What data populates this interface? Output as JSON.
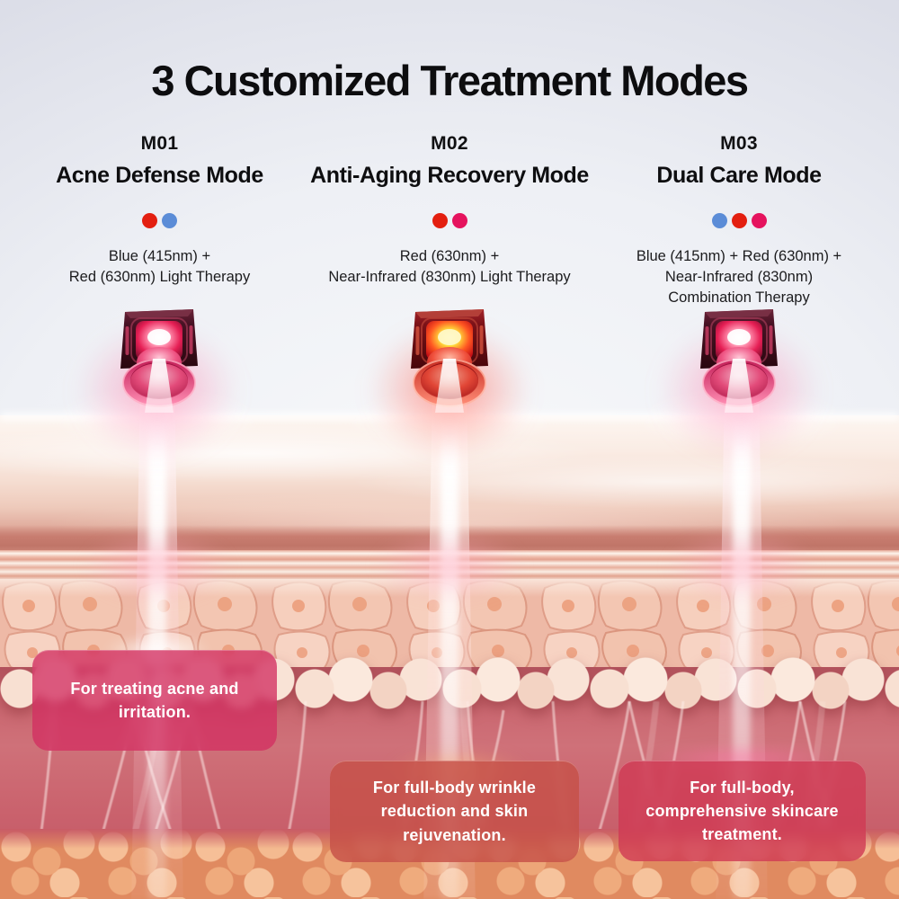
{
  "title": "3 Customized Treatment Modes",
  "modes": [
    {
      "code": "M01",
      "name": "Acne Defense Mode",
      "dots": [
        "red",
        "blue"
      ],
      "therapy": "Blue (415nm) +\nRed (630nm) Light Therapy",
      "benefit": "For treating acne and\nirritation."
    },
    {
      "code": "M02",
      "name": "Anti-Aging Recovery Mode",
      "dots": [
        "red",
        "crimson"
      ],
      "therapy": "Red (630nm) +\nNear-Infrared (830nm) Light Therapy",
      "benefit": "For full-body wrinkle\nreduction and skin\nrejuvenation."
    },
    {
      "code": "M03",
      "name": "Dual Care Mode",
      "dots": [
        "blue",
        "red",
        "crimson"
      ],
      "therapy": "Blue (415nm) + Red (630nm) +\nNear-Infrared (830nm)\nCombination Therapy",
      "benefit": "For full-body,\ncomprehensive skincare\ntreatment."
    }
  ],
  "colors": {
    "dot_red": "#e31f10",
    "dot_blue": "#5b8cd7",
    "dot_crimson": "#e5135e",
    "benefit_card_1": "#d23062",
    "benefit_card_2": "#c65048",
    "benefit_card_3": "#cf3a54",
    "title_text": "#0d0d0f",
    "benefit_text": "#ffffff"
  }
}
